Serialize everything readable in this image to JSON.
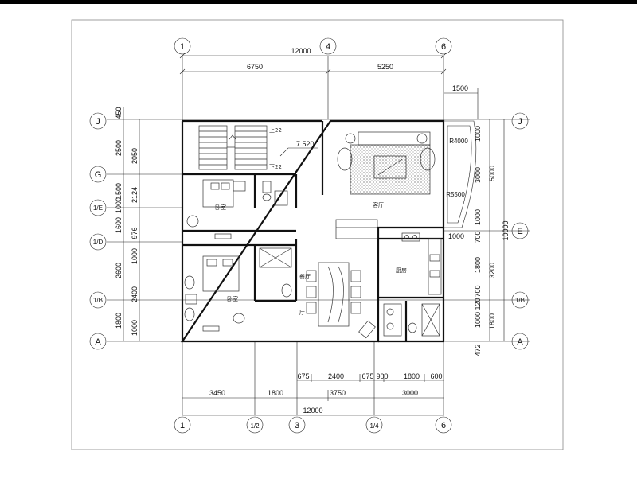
{
  "drawing": {
    "top_total": "12000",
    "top_segments": [
      "6750",
      "5250"
    ],
    "right_top_small": "1500",
    "bottom_total": "12000",
    "bottom_row1": [
      "675",
      "2400",
      "675",
      "900",
      "1800",
      "600"
    ],
    "bottom_row2": [
      "3450",
      "1800",
      "3750",
      "3000"
    ],
    "left_outer": [
      "450",
      "2500",
      "1500",
      "1000",
      "1600",
      "2600",
      "2400",
      "1800",
      "1000"
    ],
    "left_inner": [
      "2050",
      "2124",
      "976",
      "1000"
    ],
    "right_outer": [
      "10000"
    ],
    "right_inner": [
      "5000",
      "3200",
      "1800"
    ],
    "right_small": [
      "1000",
      "3000",
      "1000",
      "700",
      "1800",
      "700",
      "120",
      "1000",
      "472"
    ],
    "elevation": "7.520",
    "stair_up": "上22",
    "stair_down": "下22",
    "bay_radius_1": "R4000",
    "bay_radius_2": "R5500",
    "bay_width": "1000"
  },
  "grid_top": [
    "1",
    "4",
    "6"
  ],
  "grid_bottom": [
    "1",
    "1/2",
    "3",
    "1/4",
    "6"
  ],
  "grid_left": [
    "J",
    "G",
    "1/E",
    "1/D",
    "1/B",
    "A"
  ],
  "grid_right": [
    "J",
    "E",
    "1/B",
    "A"
  ],
  "rooms": {
    "living": "客厅",
    "kitchen": "厨房",
    "bedroom_top": "卧室",
    "bedroom_bottom": "卧室",
    "dining": "餐厅",
    "dining_extra": "厅"
  }
}
